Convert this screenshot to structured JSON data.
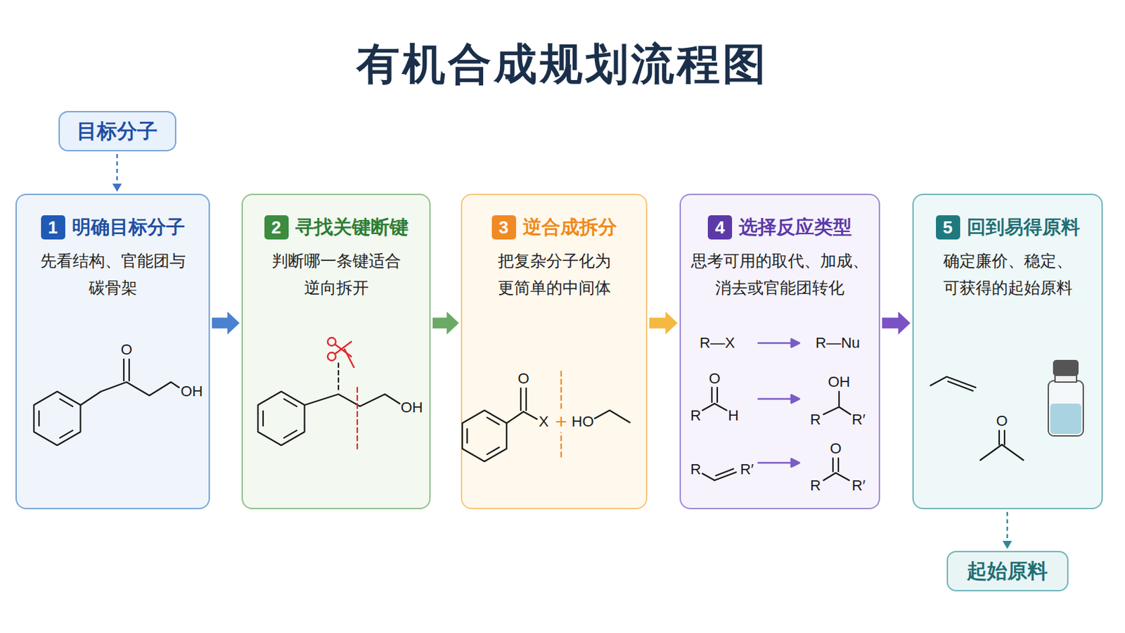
{
  "diagram": {
    "title": "有机合成规划流程图",
    "nodes": [
      {
        "text": [
          "目标分子"
        ]
      },
      {
        "text": [
          "1",
          "明确目标分子",
          "先看结构、官能团与 碳骨架"
        ]
      },
      {
        "text": [
          "2",
          "寻找关键断键",
          "判断哪一条键适合 逆向拆开"
        ]
      },
      {
        "text": [
          "3",
          "逆合成拆分",
          "把复杂分子化为 更简单的中间体"
        ]
      },
      {
        "text": [
          "4",
          "选择反应类型",
          "思考可用的取代、加成、 消去或官能团转化"
        ]
      },
      {
        "text": [
          "5",
          "回到易得原料",
          "确定廉价、稳定、 可获得的起始原料"
        ]
      },
      {
        "text": [
          "起始原料"
        ]
      }
    ],
    "edges": [
      {
        "from": 0,
        "to": 1,
        "arrow": "to"
      },
      {
        "from": 1,
        "to": 2,
        "arrow": "to"
      },
      {
        "from": 2,
        "to": 3,
        "arrow": "to"
      },
      {
        "from": 3,
        "to": 4,
        "arrow": "to"
      },
      {
        "from": 4,
        "to": 5,
        "arrow": "to"
      },
      {
        "from": 5,
        "to": 6,
        "arrow": "to"
      }
    ],
    "labels": [
      "O",
      "OH",
      "OH",
      "O",
      "X",
      "HO",
      "R—X",
      "R—Nu",
      "O",
      "R",
      "H",
      "OH",
      "R",
      "R′",
      "R",
      "R′",
      "O",
      "R",
      "R′",
      "O",
      "+"
    ]
  }
}
